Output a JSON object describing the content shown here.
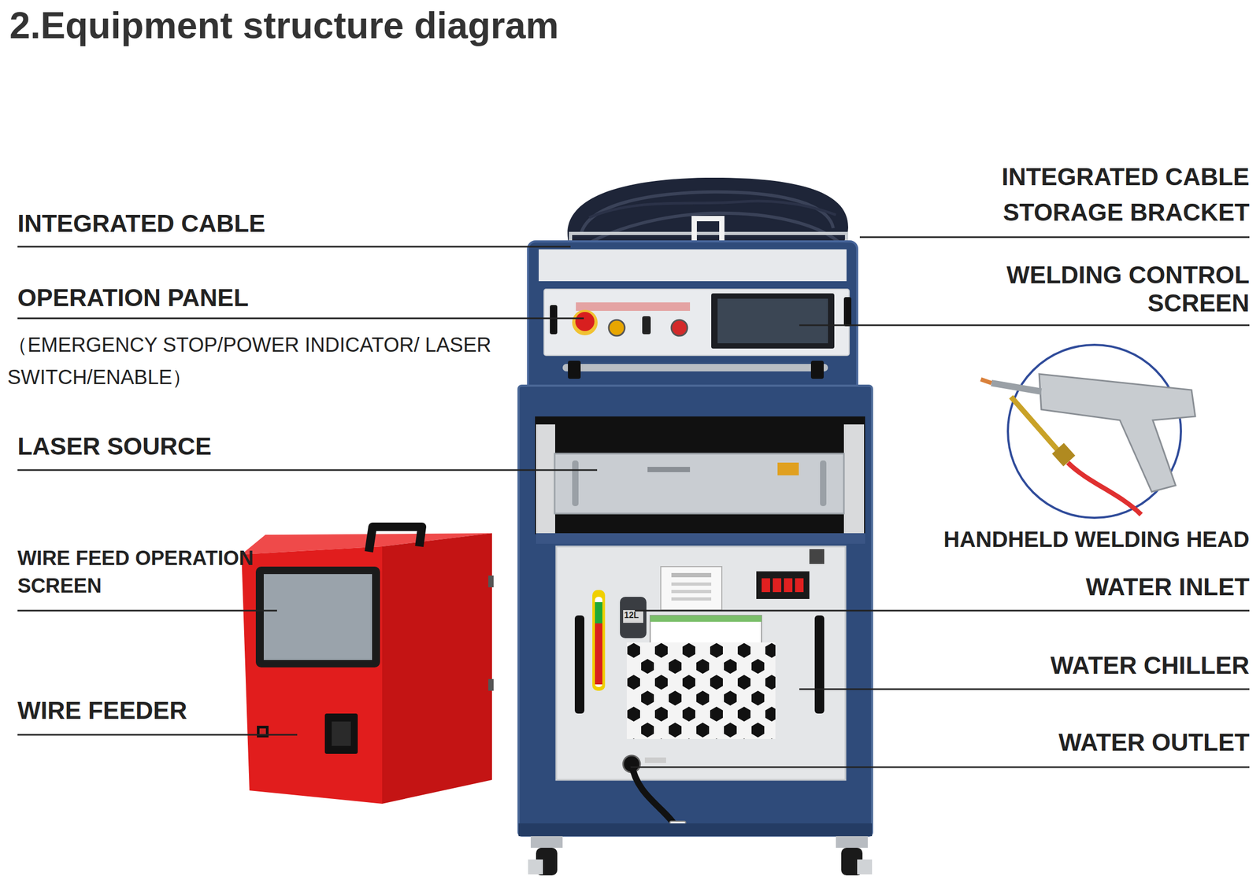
{
  "diagram": {
    "title": "2.Equipment structure diagram",
    "labels": [
      "INTEGRATED CABLE",
      "OPERATION PANEL",
      "（EMERGENCY STOP/POWER INDICATOR/ LASER SWITCH/ENABLE）",
      "LASER SOURCE",
      "WIRE FEED OPERATION SCREEN",
      "WIRE FEEDER",
      "INTEGRATED CABLE STORAGE BRACKET",
      "WELDING CONTROL SCREEN",
      "HANDHELD WELDING HEAD",
      "WATER INLET",
      "WATER CHILLER",
      "WATER OUTLET",
      "12L"
    ]
  }
}
